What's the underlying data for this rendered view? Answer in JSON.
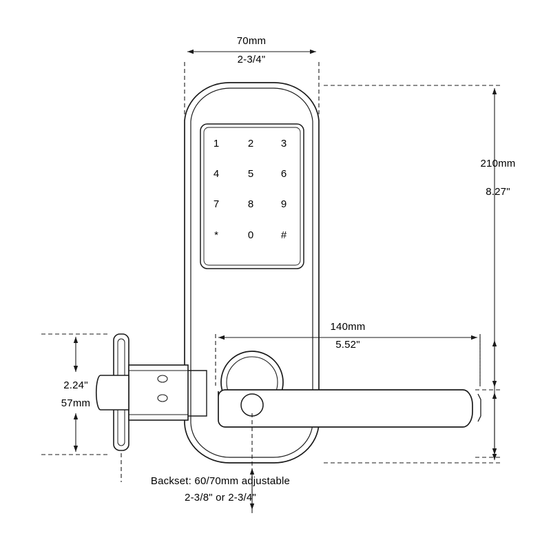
{
  "diagram": {
    "title": "Smart door lock dimension drawing",
    "stroke_color": "#1a1a1a",
    "fill_color": "#ffffff"
  },
  "dimensions": {
    "width_mm": "70mm",
    "width_in": "2-3/4\"",
    "height_mm": "210mm",
    "height_in": "8.27\"",
    "handle_mm": "140mm",
    "handle_in": "5.52\"",
    "latch_in": "2.24\"",
    "latch_mm": "57mm"
  },
  "notes": {
    "backset_line1": "Backset: 60/70mm adjustable",
    "backset_line2": "2-3/8\" or  2-3/4\""
  },
  "keypad": {
    "rows": [
      [
        "1",
        "2",
        "3"
      ],
      [
        "4",
        "5",
        "6"
      ],
      [
        "7",
        "8",
        "9"
      ],
      [
        "*",
        "0",
        "#"
      ]
    ]
  }
}
